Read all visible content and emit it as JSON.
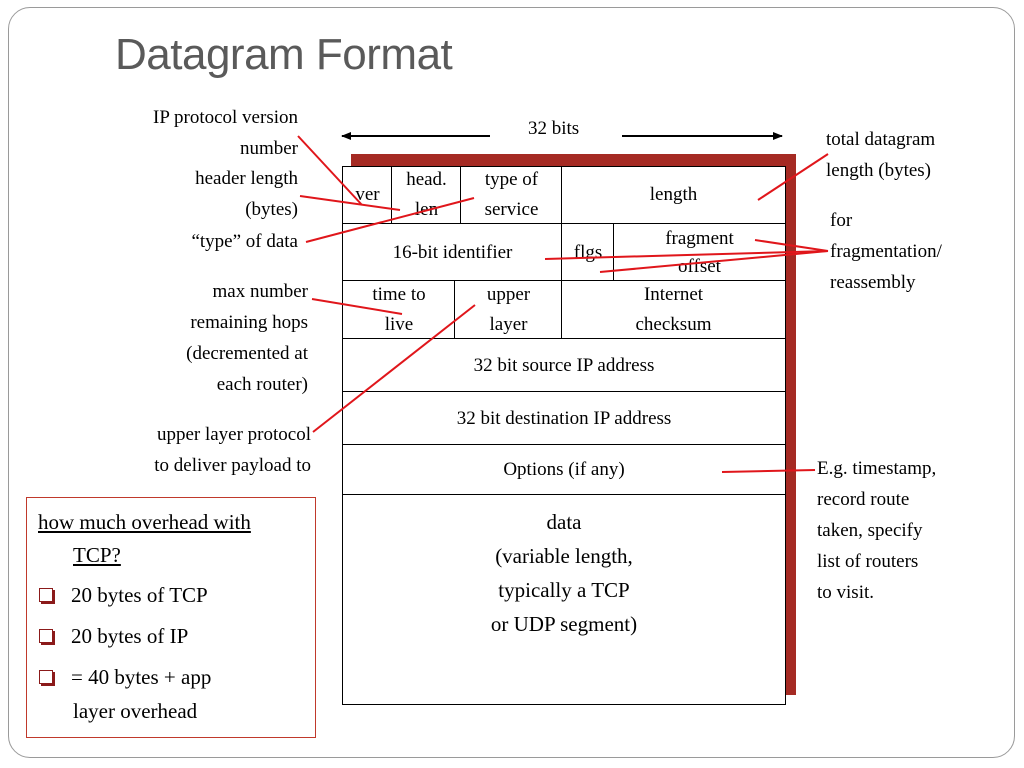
{
  "title": "Datagram Format",
  "bits_label": "32 bits",
  "fields": {
    "ver": "ver",
    "head_len_1": "head.",
    "head_len_2": "len",
    "type_service_1": "type of",
    "type_service_2": "service",
    "length": "length",
    "identifier": "16-bit identifier",
    "flags": "flgs",
    "frag_offset_1": "fragment",
    "frag_offset_2": "offset",
    "ttl_1": "time to",
    "ttl_2": "live",
    "upper_layer_1": "upper",
    "upper_layer_2": "layer",
    "checksum_1": "Internet",
    "checksum_2": "checksum",
    "source_ip": "32 bit source IP address",
    "dest_ip": "32 bit destination IP address",
    "options": "Options (if any)",
    "data_1": "data",
    "data_2": "(variable length,",
    "data_3": "typically a TCP",
    "data_4": "or UDP segment)"
  },
  "annotations": {
    "ip_version_1": "IP protocol version",
    "ip_version_2": "number",
    "header_length_1": "header length",
    "header_length_2": "(bytes)",
    "type_of_data": "“type” of data",
    "max_hops_1": "max number",
    "max_hops_2": "remaining hops",
    "max_hops_3": "(decremented at",
    "max_hops_4": "each router)",
    "upper_protocol_1": "upper layer protocol",
    "upper_protocol_2": "to deliver payload to",
    "total_length_1": "total datagram",
    "total_length_2": "length (bytes)",
    "fragmentation_1": "for",
    "fragmentation_2": "fragmentation/",
    "fragmentation_3": "reassembly",
    "options_note_1": "E.g. timestamp,",
    "options_note_2": "record route",
    "options_note_3": "taken, specify",
    "options_note_4": "list of routers",
    "options_note_5": "to visit."
  },
  "overhead": {
    "heading_1": "how much overhead with",
    "heading_2": "TCP?",
    "items": [
      "20 bytes of TCP",
      "20 bytes of IP",
      "= 40 bytes + app"
    ],
    "item_3_cont": "layer overhead"
  },
  "colors": {
    "title": "#5a5a5a",
    "pointer_lines": "#e0161b",
    "shadow": "#a52a23",
    "box_border": "#c0392b",
    "bullet": "#8b1a1a"
  }
}
